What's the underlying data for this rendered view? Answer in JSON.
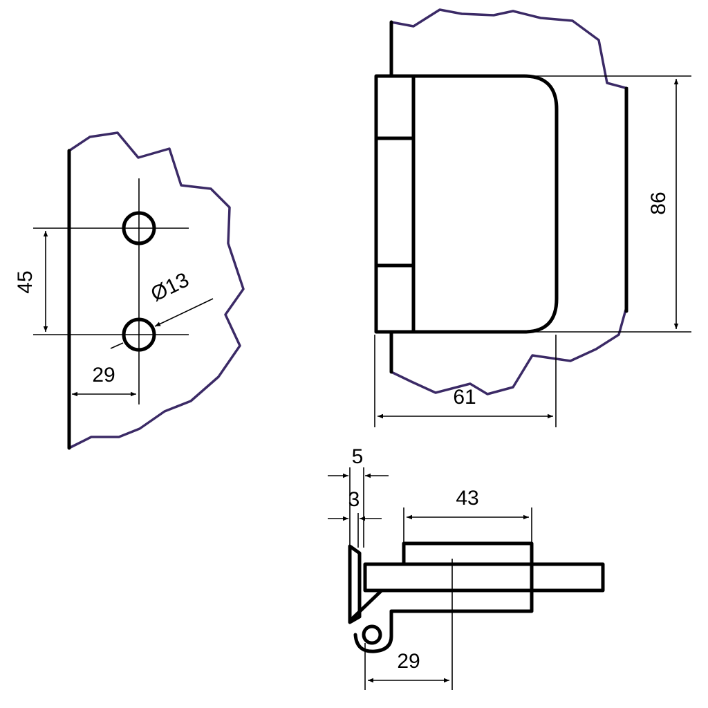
{
  "drawing": {
    "line_color": "#000000",
    "break_line_color": "#3b2a66",
    "background": "#ffffff"
  },
  "dimensions": {
    "left_hole_spacing": "45",
    "left_hole_diameter": "Ø13",
    "left_edge_offset": "29",
    "front_height": "86",
    "front_width": "61",
    "top_thickness_5": "5",
    "top_thickness_3": "3",
    "top_cup_width": "43",
    "top_offset": "29"
  }
}
